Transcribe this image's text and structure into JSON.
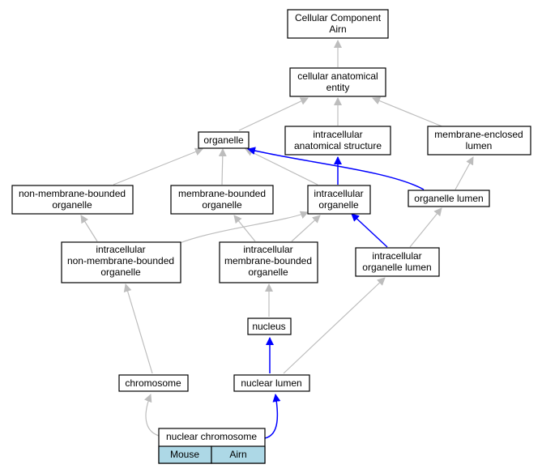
{
  "nodes": {
    "cellular_component": [
      "Cellular Component",
      "Airn"
    ],
    "cellular_anatomical_entity": [
      "cellular anatomical",
      "entity"
    ],
    "organelle": [
      "organelle"
    ],
    "intracellular_anatomical_structure": [
      "intracellular",
      "anatomical structure"
    ],
    "membrane_enclosed_lumen": [
      "membrane-enclosed",
      "lumen"
    ],
    "non_membrane_bounded_organelle": [
      "non-membrane-bounded",
      "organelle"
    ],
    "membrane_bounded_organelle": [
      "membrane-bounded",
      "organelle"
    ],
    "intracellular_organelle": [
      "intracellular",
      "organelle"
    ],
    "organelle_lumen": [
      "organelle lumen"
    ],
    "intracellular_non_membrane_bounded_organelle": [
      "intracellular",
      "non-membrane-bounded",
      "organelle"
    ],
    "intracellular_membrane_bounded_organelle": [
      "intracellular",
      "membrane-bounded",
      "organelle"
    ],
    "intracellular_organelle_lumen": [
      "intracellular",
      "organelle lumen"
    ],
    "nucleus": [
      "nucleus"
    ],
    "chromosome": [
      "chromosome"
    ],
    "nuclear_lumen": [
      "nuclear lumen"
    ],
    "nuclear_chromosome": [
      "nuclear chromosome"
    ]
  },
  "legend": {
    "species": "Mouse",
    "gene": "Airn",
    "fill_color": "#add8e6"
  },
  "colors": {
    "is_a_edge": "#bdbdbd",
    "part_of_edge": "#0000ff"
  }
}
